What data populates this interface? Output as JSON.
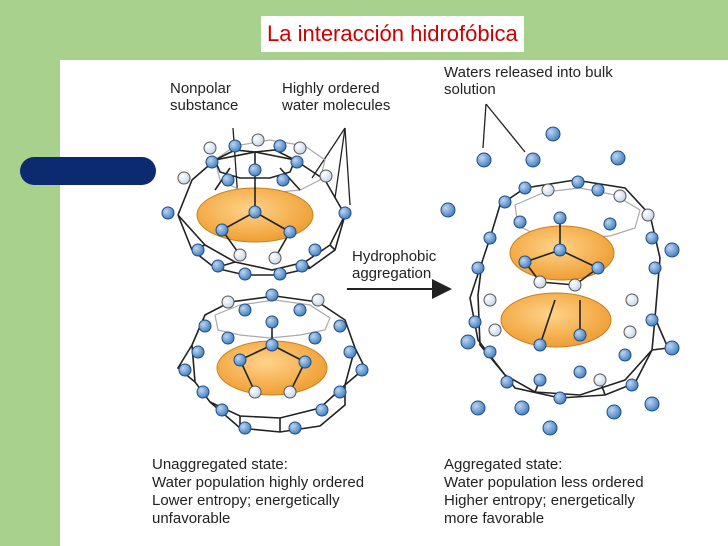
{
  "title": "La interacción hidrofóbica",
  "labels": {
    "nonpolar": [
      "Nonpolar",
      "substance"
    ],
    "ordered": [
      "Highly ordered",
      "water molecules"
    ],
    "released": [
      "Waters released into bulk",
      "solution"
    ],
    "arrow": [
      "Hydrophobic",
      "aggregation"
    ]
  },
  "captions": {
    "left": [
      "Unaggregated state:",
      "Water population highly ordered",
      "Lower entropy; energetically",
      "unfavorable"
    ],
    "right": [
      "Aggregated state:",
      "Water population less ordered",
      "Higher entropy; energetically",
      "more favorable"
    ]
  },
  "colors": {
    "slide_background": "#a9d18e",
    "title_text": "#cc0000",
    "accent_bar": "#0b2a6f",
    "nonpolar_fill": "#f3a73b",
    "water_dark": "#4a86c5",
    "water_light": "#dfe8f3"
  }
}
